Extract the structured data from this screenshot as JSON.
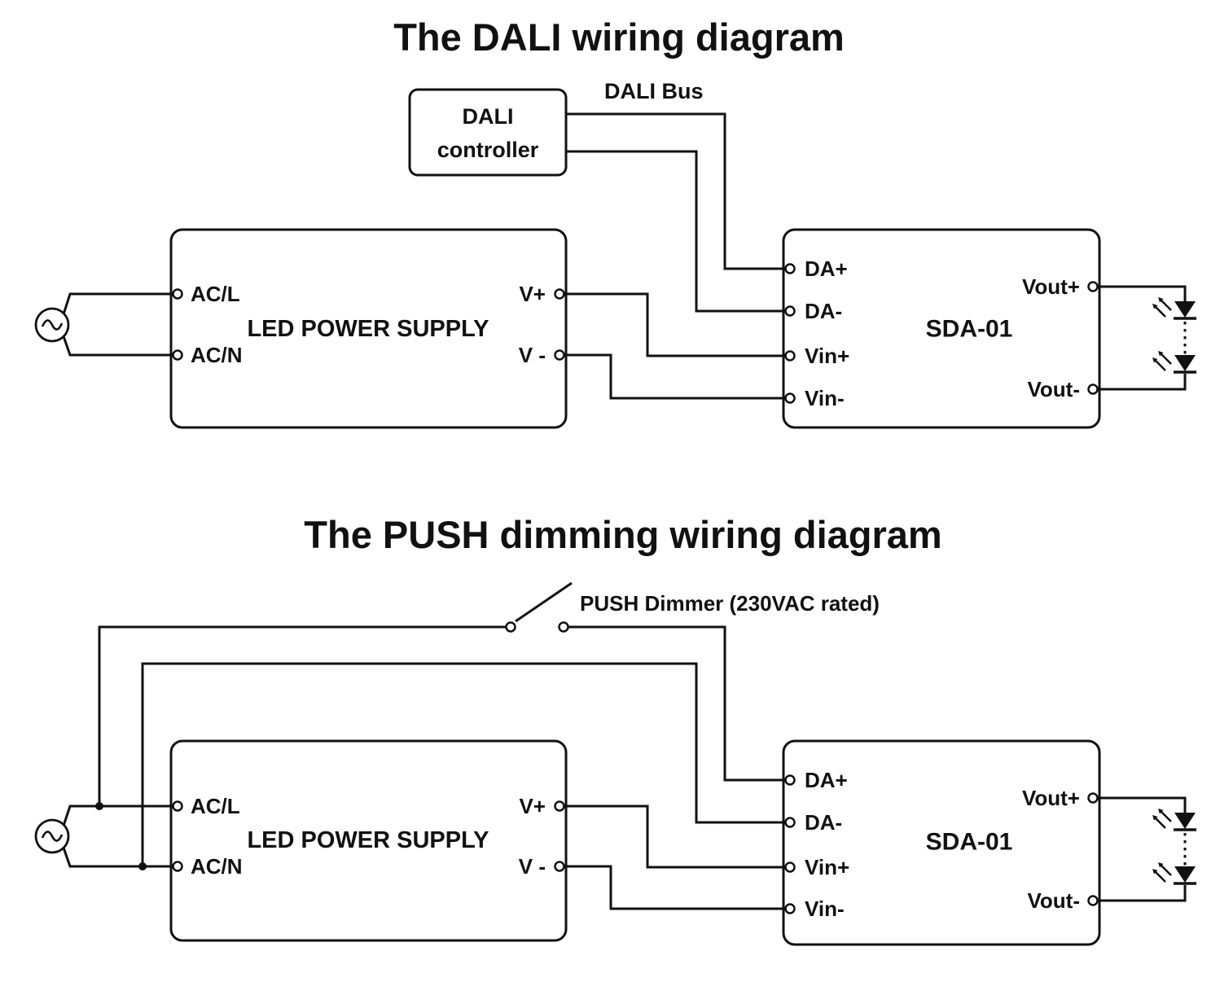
{
  "dali_diagram": {
    "title": "The DALI wiring diagram",
    "controller": {
      "line1": "DALI",
      "line2": "controller"
    },
    "bus_label": "DALI Bus"
  },
  "push_diagram": {
    "title": "The PUSH dimming wiring diagram",
    "dimmer_label": "PUSH Dimmer (230VAC rated)"
  },
  "power_supply": {
    "label": "LED POWER SUPPLY",
    "terminals": {
      "ac_l": "AC/L",
      "ac_n": "AC/N",
      "v_plus": "V+",
      "v_minus": "V -"
    }
  },
  "sda_module": {
    "label": "SDA-01",
    "terminals": {
      "da_plus": "DA+",
      "da_minus": "DA-",
      "vin_plus": "Vin+",
      "vin_minus": "Vin-",
      "vout_plus": "Vout+",
      "vout_minus": "Vout-"
    }
  },
  "colors": {
    "ink": "#111111",
    "background": "#ffffff"
  }
}
